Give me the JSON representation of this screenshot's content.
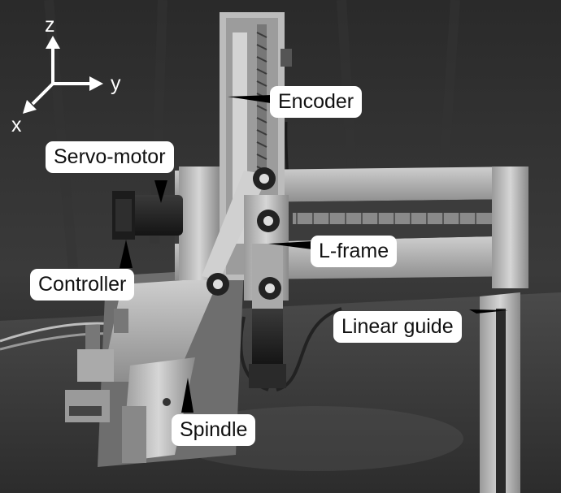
{
  "axes": {
    "z": "z",
    "y": "y",
    "x": "x"
  },
  "labels": {
    "encoder": "Encoder",
    "servo_motor": "Servo-motor",
    "l_frame": "L-frame",
    "controller": "Controller",
    "linear_guide": "Linear guide",
    "spindle": "Spindle"
  }
}
